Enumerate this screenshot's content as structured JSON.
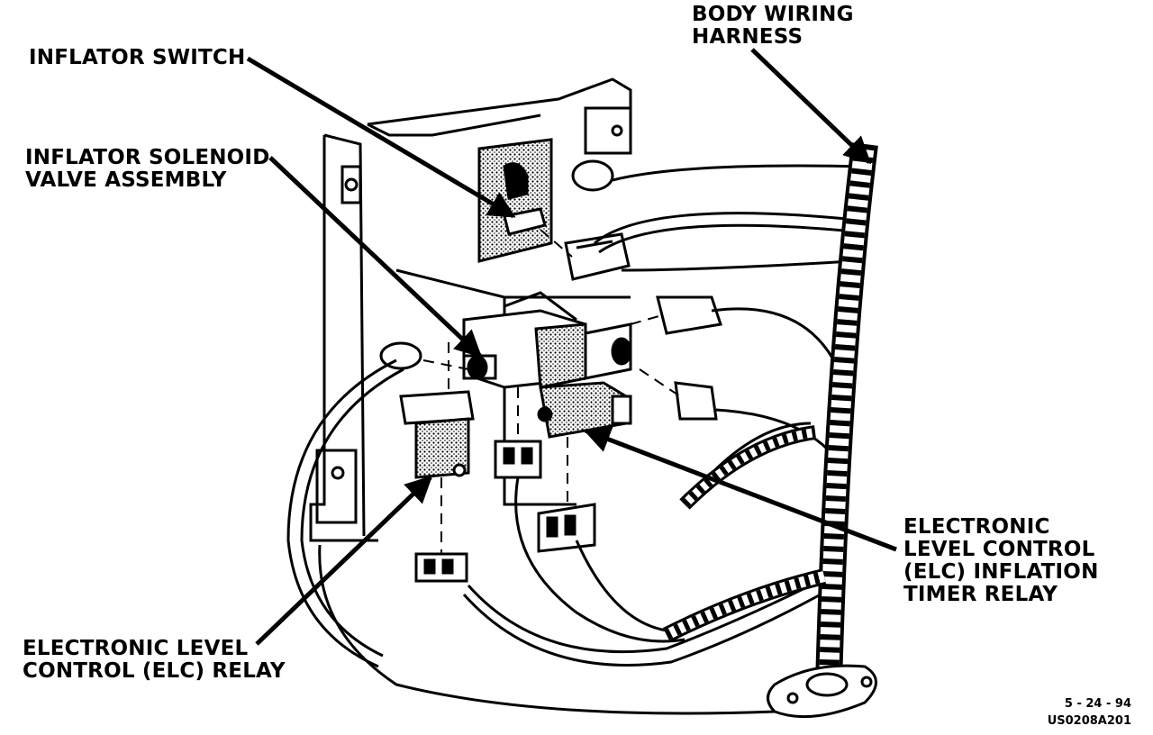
{
  "labels": {
    "body_wiring_harness": [
      "BODY WIRING",
      "HARNESS"
    ],
    "inflator_switch": [
      "INFLATOR SWITCH"
    ],
    "inflator_solenoid": [
      "INFLATOR SOLENOID",
      "VALVE ASSEMBLY"
    ],
    "elc_timer_relay": [
      "ELECTRONIC",
      "LEVEL CONTROL",
      "(ELC) INFLATION",
      "TIMER RELAY"
    ],
    "elc_relay": [
      "ELECTRONIC LEVEL",
      "CONTROL (ELC) RELAY"
    ]
  },
  "stamp": {
    "date": "5 - 24 - 94",
    "code": "US0208A201"
  }
}
